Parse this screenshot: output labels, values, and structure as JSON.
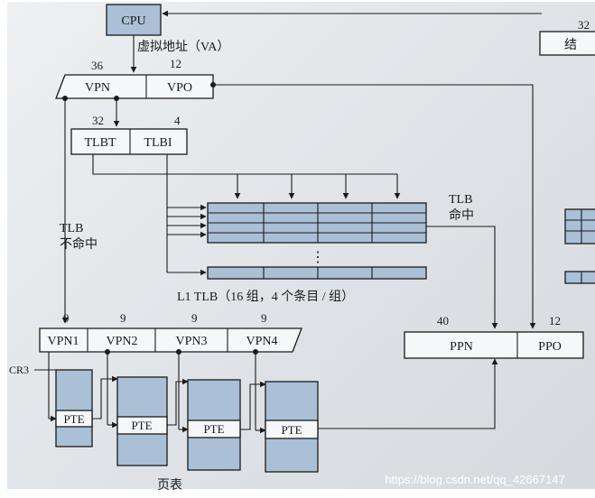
{
  "cpu_label": "CPU",
  "va_label": "虚拟地址（VA）",
  "va": {
    "vpn_bits": "36",
    "vpo_bits": "12",
    "vpn": "VPN",
    "vpo": "VPO"
  },
  "tlb_index": {
    "tlbt_bits": "32",
    "tlbi_bits": "4",
    "tlbt": "TLBT",
    "tlbi": "TLBI"
  },
  "tlb_hit": [
    "TLB",
    "命中"
  ],
  "tlb_miss": [
    "TLB",
    "不命中"
  ],
  "tlb_caption": "L1 TLB（16 组，4 个条目 / 组）",
  "tlb_ellipsis": "⋮",
  "vpn_parts": {
    "bits": [
      "9",
      "9",
      "9",
      "9"
    ],
    "labels": [
      "VPN1",
      "VPN2",
      "VPN3",
      "VPN4"
    ]
  },
  "cr3_label": "CR3",
  "pte_label": "PTE",
  "page_table_caption": "页表",
  "pa": {
    "ppn_bits": "40",
    "ppo_bits": "12",
    "ppn": "PPN",
    "ppo": "PPO"
  },
  "result_bits": "32",
  "result_label": "结",
  "watermark": "https://blog.csdn.net/qq_42667147",
  "colors": {
    "box_fill": "#a9c0d6",
    "paper": "#e4e7ea",
    "ink": "#1a1a1a"
  }
}
